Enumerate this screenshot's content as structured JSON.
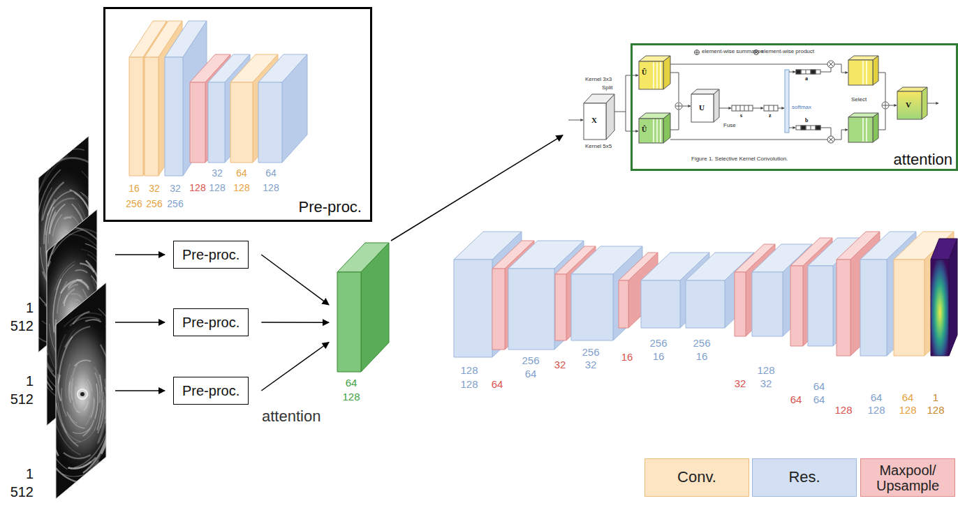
{
  "diagram": {
    "nodes": [
      {
        "text": [
          "Pre-proc."
        ]
      },
      {
        "text": [
          "16",
          "256"
        ],
        "in": 0
      },
      {
        "text": [
          "32",
          "256"
        ],
        "in": 0
      },
      {
        "text": [
          "32",
          "256"
        ],
        "in": 0
      },
      {
        "text": [
          "128"
        ],
        "in": 0
      },
      {
        "text": [
          "32",
          "128"
        ],
        "in": 0
      },
      {
        "text": [
          "64",
          "128"
        ],
        "in": 0
      },
      {
        "text": [
          "64",
          "128"
        ],
        "in": 0
      },
      {
        "text": [
          "1",
          "512"
        ]
      },
      {
        "text": [
          "1",
          "512"
        ]
      },
      {
        "text": [
          "1",
          "512"
        ]
      },
      {
        "text": [
          "Pre-proc."
        ]
      },
      {
        "text": [
          "Pre-proc."
        ]
      },
      {
        "text": [
          "Pre-proc."
        ]
      },
      {
        "text": [
          "64",
          "128"
        ]
      },
      {
        "text": [
          "attention"
        ]
      },
      {
        "text": [
          "128",
          "128"
        ]
      },
      {
        "text": [
          "64"
        ]
      },
      {
        "text": [
          "256",
          "64"
        ]
      },
      {
        "text": [
          "32"
        ]
      },
      {
        "text": [
          "256",
          "32"
        ]
      },
      {
        "text": [
          "16"
        ]
      },
      {
        "text": [
          "256",
          "16"
        ]
      },
      {
        "text": [
          "256",
          "16"
        ]
      },
      {
        "text": [
          "32"
        ]
      },
      {
        "text": [
          "128",
          "32"
        ]
      },
      {
        "text": [
          "64"
        ]
      },
      {
        "text": [
          "64",
          "64"
        ]
      },
      {
        "text": [
          "128"
        ]
      },
      {
        "text": [
          "64",
          "128"
        ]
      },
      {
        "text": [
          "64",
          "128"
        ]
      },
      {
        "text": [
          "1",
          "128"
        ]
      }
    ],
    "edges": [
      {
        "from": 8,
        "to": 11,
        "arrow": "to"
      },
      {
        "from": 9,
        "to": 12,
        "arrow": "to"
      },
      {
        "from": 10,
        "to": 13,
        "arrow": "to"
      },
      {
        "from": 11,
        "to": 14,
        "arrow": "to"
      },
      {
        "from": 12,
        "to": 14,
        "arrow": "to"
      },
      {
        "from": 13,
        "to": 14,
        "arrow": "to"
      },
      {
        "from": 14,
        "to": 15,
        "arrow": "to"
      }
    ],
    "labels": [
      "attention",
      "element-wise summation",
      "element-wise product",
      "Kernel 3x3",
      "Kernel 5x5",
      "X",
      "Split",
      "Ũ",
      "Û",
      "U",
      "s",
      "z",
      "Fuse",
      "softmax",
      "a",
      "b",
      "Select",
      "V",
      "Figure 1. Selective Kernel Convolution."
    ],
    "legend": [
      {
        "text": "Conv.",
        "color": "#fde4c3"
      },
      {
        "text": "Res.",
        "color": "#d3e0f3"
      },
      {
        "text": "Maxpool/ Upsample",
        "color": "#f6c4c4"
      }
    ]
  }
}
